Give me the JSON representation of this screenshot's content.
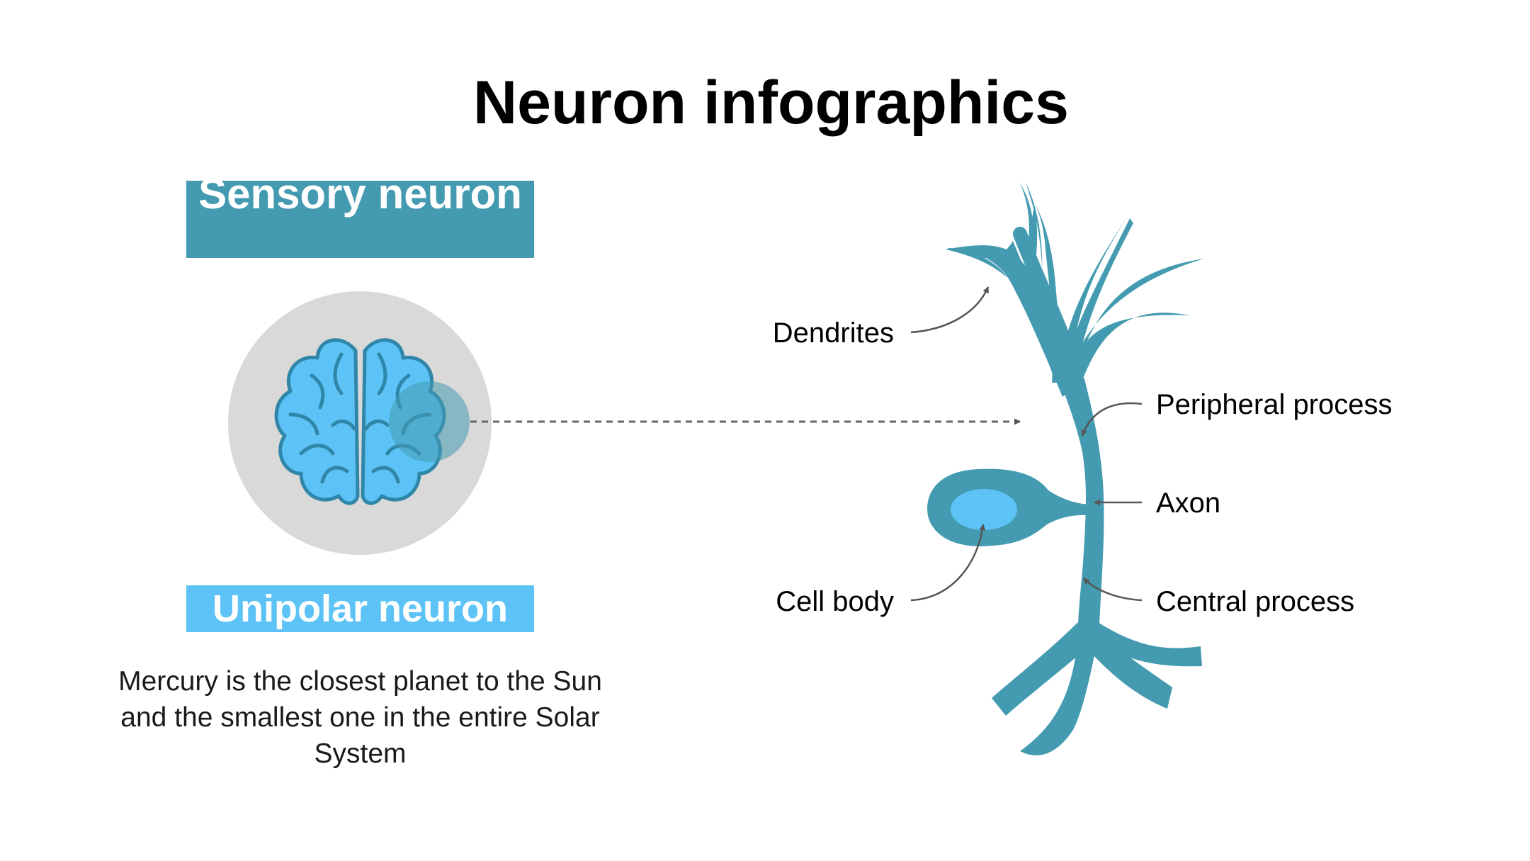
{
  "title": "Neuron infographics",
  "left_panel": {
    "header": "Sensory neuron",
    "subheader": "Unipolar neuron",
    "description": "Mercury is the closest planet to the Sun and the smallest one in the entire Solar System"
  },
  "diagram": {
    "labels": {
      "dendrites": "Dendrites",
      "peripheral_process": "Peripheral process",
      "axon": "Axon",
      "cell_body": "Cell body",
      "central_process": "Central process"
    }
  },
  "colors": {
    "neuron": "#449bb1",
    "nucleus": "#5dc3f6",
    "brain": "#5dc3f6",
    "circle_bg": "#d9d9d9",
    "header_bg": "#449bb1",
    "subheader_bg": "#5dc3f6"
  },
  "icons": [
    "brain-icon"
  ]
}
